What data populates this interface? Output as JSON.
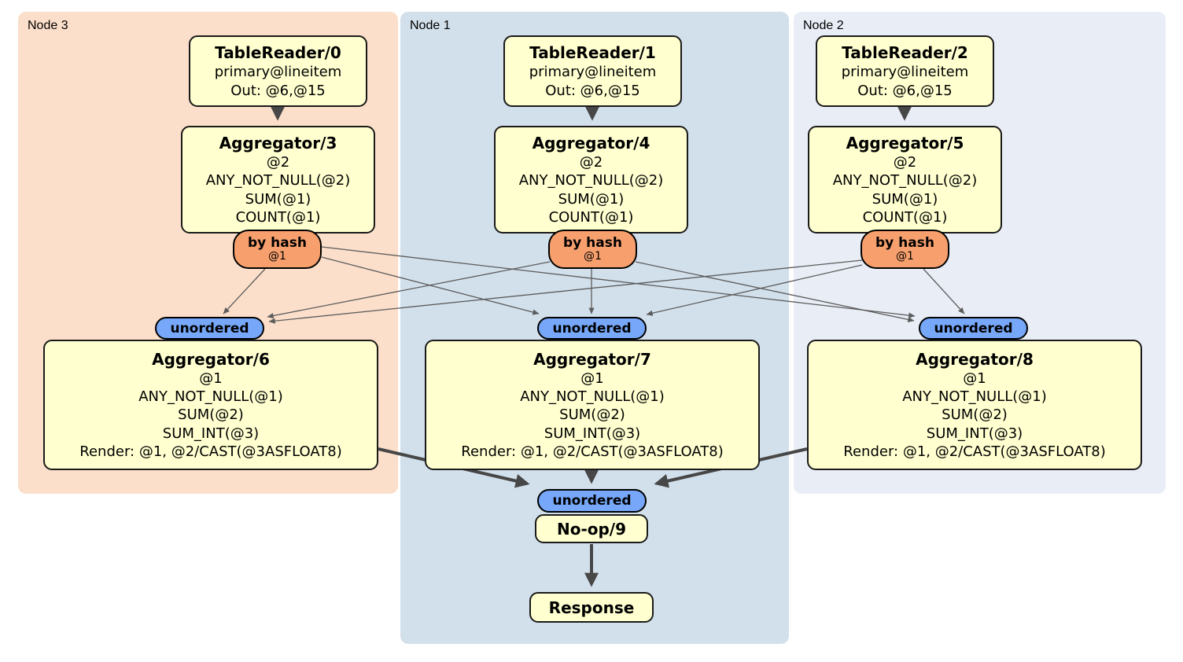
{
  "colors": {
    "node3_bg": "#fcdfca",
    "node1_bg": "#d2e0ec",
    "node2_bg": "#e9edf6",
    "box_bg": "#ffffd0",
    "box_border": "#1a1a1a",
    "router_bg": "#f7a06e",
    "sync_bg": "#76a7f8",
    "edge_thin": "#5c5c5c",
    "edge_thick": "#474747"
  },
  "groups": [
    {
      "label": "Node 3"
    },
    {
      "label": "Node 1"
    },
    {
      "label": "Node 2"
    }
  ],
  "columns": [
    {
      "reader": {
        "title": "TableReader/0",
        "lines": [
          "primary@lineitem",
          "Out: @6,@15"
        ]
      },
      "aggregator": {
        "title": "Aggregator/3",
        "lines": [
          "@2",
          "ANY_NOT_NULL(@2)",
          "SUM(@1)",
          "COUNT(@1)"
        ]
      },
      "router": {
        "label": "by hash",
        "detail": "@1"
      },
      "sync": {
        "label": "unordered"
      },
      "final_aggregator": {
        "title": "Aggregator/6",
        "lines": [
          "@1",
          "ANY_NOT_NULL(@1)",
          "SUM(@2)",
          "SUM_INT(@3)",
          "Render: @1, @2/CAST(@3ASFLOAT8)"
        ]
      }
    },
    {
      "reader": {
        "title": "TableReader/1",
        "lines": [
          "primary@lineitem",
          "Out: @6,@15"
        ]
      },
      "aggregator": {
        "title": "Aggregator/4",
        "lines": [
          "@2",
          "ANY_NOT_NULL(@2)",
          "SUM(@1)",
          "COUNT(@1)"
        ]
      },
      "router": {
        "label": "by hash",
        "detail": "@1"
      },
      "sync": {
        "label": "unordered"
      },
      "final_aggregator": {
        "title": "Aggregator/7",
        "lines": [
          "@1",
          "ANY_NOT_NULL(@1)",
          "SUM(@2)",
          "SUM_INT(@3)",
          "Render: @1, @2/CAST(@3ASFLOAT8)"
        ]
      }
    },
    {
      "reader": {
        "title": "TableReader/2",
        "lines": [
          "primary@lineitem",
          "Out: @6,@15"
        ]
      },
      "aggregator": {
        "title": "Aggregator/5",
        "lines": [
          "@2",
          "ANY_NOT_NULL(@2)",
          "SUM(@1)",
          "COUNT(@1)"
        ]
      },
      "router": {
        "label": "by hash",
        "detail": "@1"
      },
      "sync": {
        "label": "unordered"
      },
      "final_aggregator": {
        "title": "Aggregator/8",
        "lines": [
          "@1",
          "ANY_NOT_NULL(@1)",
          "SUM(@2)",
          "SUM_INT(@3)",
          "Render: @1, @2/CAST(@3ASFLOAT8)"
        ]
      }
    }
  ],
  "tail": {
    "sync": {
      "label": "unordered"
    },
    "noop": {
      "title": "No-op/9"
    },
    "response": {
      "title": "Response"
    }
  }
}
